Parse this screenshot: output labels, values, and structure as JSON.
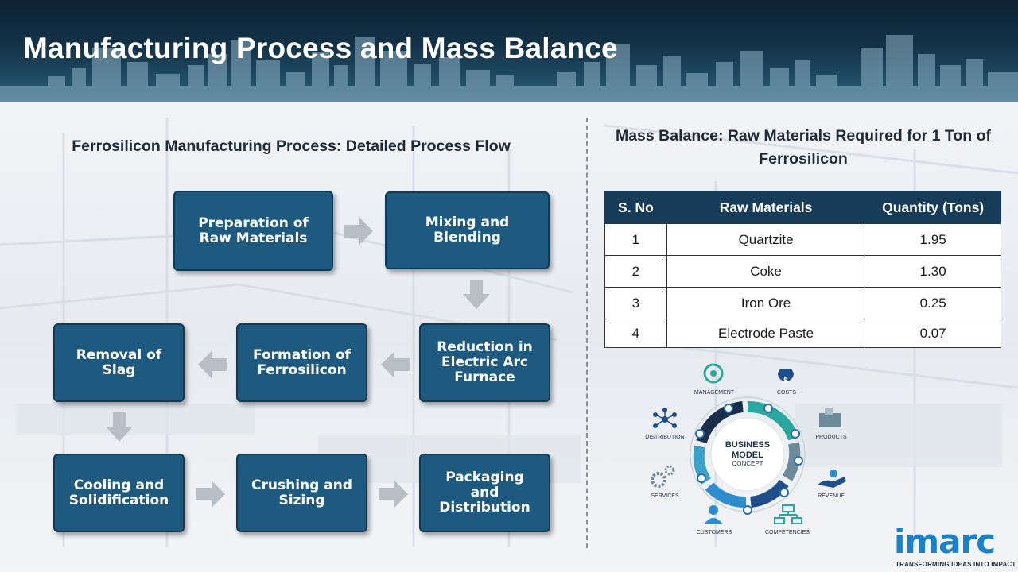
{
  "page": {
    "title": "Manufacturing Process and Mass Balance"
  },
  "flow": {
    "title": "Ferrosilicon Manufacturing Process: Detailed Process Flow",
    "steps": [
      "Preparation of Raw Materials",
      "Mixing and Blending",
      "Reduction in Electric Arc Furnace",
      "Formation of Ferrosilicon",
      "Removal of Slag",
      "Cooling and Solidification",
      "Crushing and Sizing",
      "Packaging and Distribution"
    ],
    "box_color": "#1e5a80"
  },
  "mass_balance": {
    "title": "Mass Balance: Raw Materials Required for 1 Ton of Ferrosilicon",
    "columns": [
      "S. No",
      "Raw Materials",
      "Quantity (Tons)"
    ],
    "rows": [
      [
        "1",
        "Quartzite",
        "1.95"
      ],
      [
        "2",
        "Coke",
        "1.30"
      ],
      [
        "3",
        "Iron Ore",
        "0.25"
      ],
      [
        "4",
        "Electrode Paste",
        "0.07"
      ]
    ],
    "header_color": "#173c5a"
  },
  "business_model": {
    "center_lines": [
      "BUSINESS",
      "MODEL",
      "CONCEPT"
    ],
    "labels": {
      "management": "MANAGEMENT",
      "costs": "COSTS",
      "products": "PRODUCTS",
      "revenue": "REVENUE",
      "competencies": "COMPETENCIES",
      "customers": "CUSTOMERS",
      "services": "SERVICES",
      "distribution": "DISTRIBUTION"
    }
  },
  "brand": {
    "name": "imarc",
    "tagline": "TRANSFORMING IDEAS INTO IMPACT",
    "color": "#1a82c8"
  }
}
